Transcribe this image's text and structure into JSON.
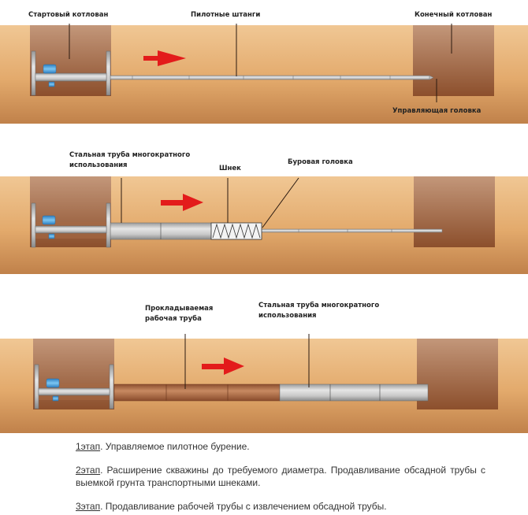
{
  "colors": {
    "soil_top": "#f0c38f",
    "soil_bottom": "#c5874a",
    "pit_top": "#bf9070",
    "pit_bottom": "#8f5230",
    "steel": "#c9c9c9",
    "work_pipe": "#b0704a",
    "arrow": "#e31b1b",
    "blue": "#4aa7e0"
  },
  "panels": [
    {
      "labels": {
        "start_pit": "Стартовый котлован",
        "pilot_rods": "Пилотные штанги",
        "end_pit": "Конечный котлован",
        "control_head": "Управляющая головка"
      }
    },
    {
      "labels": {
        "steel_pipe_1": "Стальная труба многократного",
        "steel_pipe_2": "использования",
        "auger": "Шнек",
        "drill_head": "Буровая головка"
      }
    },
    {
      "labels": {
        "work_pipe_1": "Прокладываемая",
        "work_pipe_2": "рабочая труба",
        "steel_pipe_1": "Стальная труба многократного",
        "steel_pipe_2": "использования"
      }
    }
  ],
  "steps": [
    {
      "stage": "1этап",
      "text": ". Управляемое пилотное бурение."
    },
    {
      "stage": "2этап",
      "text": ". Расширение скважины до требуемого диаметра. Продавливание обсадной трубы с выемкой грунта транспортными шнеками."
    },
    {
      "stage": "3этап",
      "text": ". Продавливание рабочей трубы с извлечением обсадной трубы."
    }
  ]
}
